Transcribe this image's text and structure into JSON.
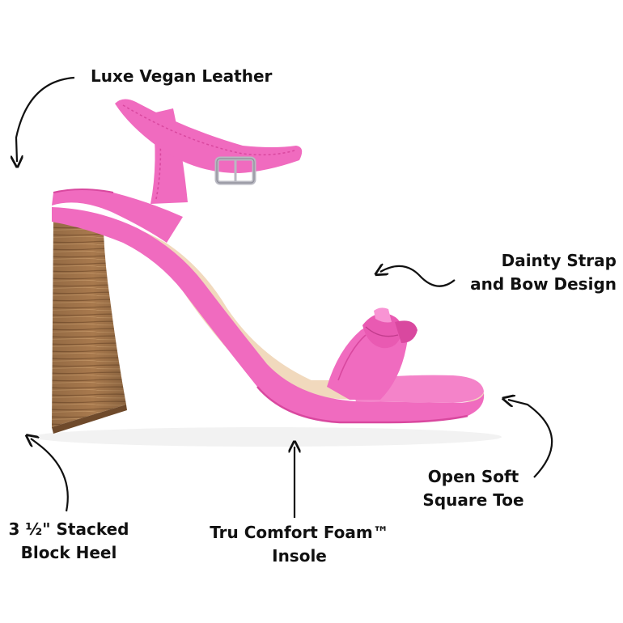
{
  "image": {
    "subject": "Pink block-heel sandal product infographic",
    "colors": {
      "leather": "#f06bbf",
      "leather_shade": "#d9489f",
      "leather_highlight": "#f894d4",
      "heel_wood": "#a8794d",
      "heel_dark": "#7a5230",
      "insole": "#f1d9bd",
      "buckle": "#b9b9c2",
      "text": "#111111"
    }
  },
  "callouts": {
    "leather": "Luxe Vegan Leather",
    "strap_line1": "Dainty Strap",
    "strap_line2": "and Bow Design",
    "toe_line1": "Open Soft",
    "toe_line2": "Square Toe",
    "insole_line1": "Tru Comfort Foam™",
    "insole_line2": "Insole",
    "heel_line1": "3 ½\" Stacked",
    "heel_line2": "Block Heel"
  },
  "icons": [
    "curved-arrow-icon",
    "straight-arrow-icon"
  ]
}
